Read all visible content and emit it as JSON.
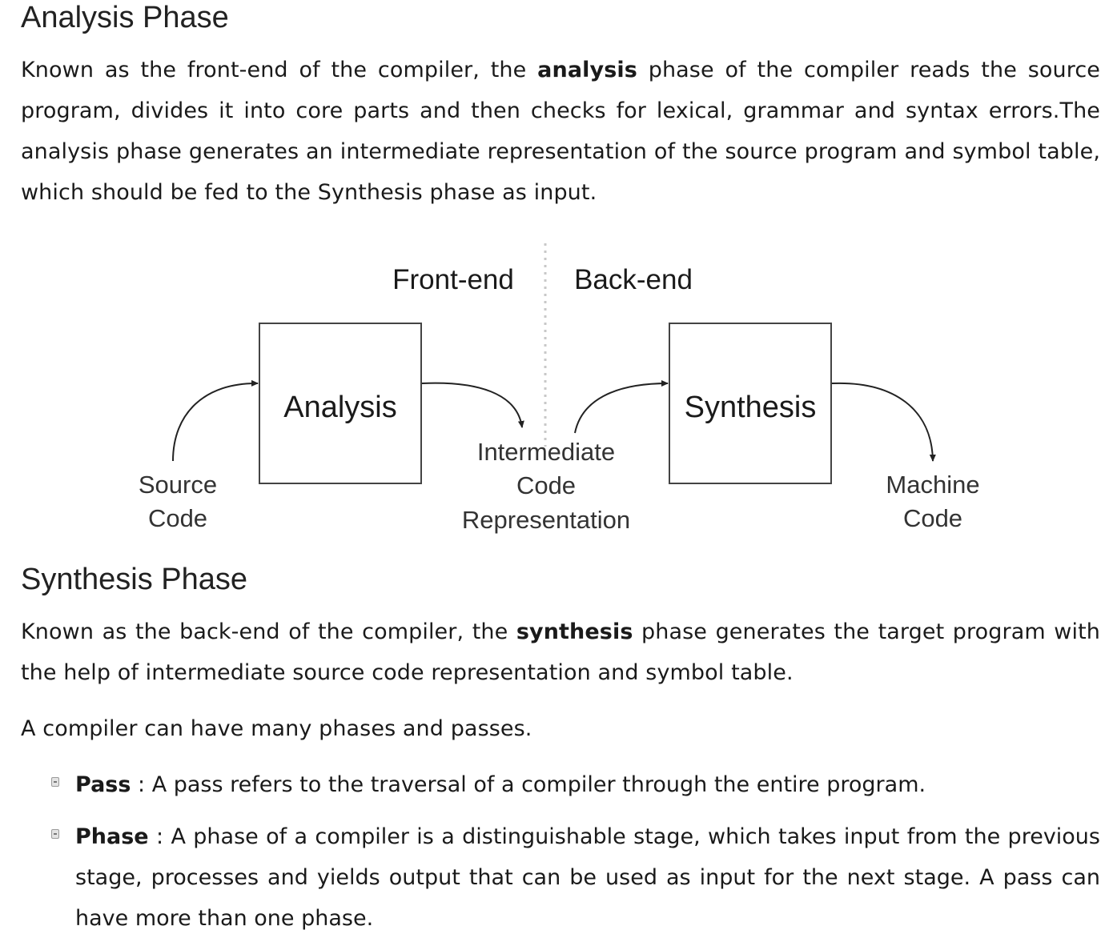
{
  "analysis_section": {
    "heading": "Analysis Phase",
    "p_before_bold": "Known as the front-end of the compiler, the ",
    "p_bold": "analysis",
    "p_after_bold": " phase of the compiler reads the source program, divides it into core parts and then checks for lexical, grammar and syntax errors.The analysis phase generates an intermediate representation of the source program and symbol table, which should be fed to the Synthesis phase as input."
  },
  "diagram": {
    "front_end_label": "Front-end",
    "back_end_label": "Back-end",
    "analysis_box_label": "Analysis",
    "synthesis_box_label": "Synthesis",
    "source_code_line1": "Source",
    "source_code_line2": "Code",
    "intermediate_line1": "Intermediate",
    "intermediate_line2": "Code",
    "intermediate_line3": "Representation",
    "machine_code_line1": "Machine",
    "machine_code_line2": "Code"
  },
  "synthesis_section": {
    "heading": "Synthesis Phase",
    "p_before_bold": "Known as the back-end of the compiler, the ",
    "p_bold": "synthesis",
    "p_after_bold": " phase generates the target program with the help of intermediate source code representation and symbol table."
  },
  "phases_passes_text": "A compiler can have many phases and passes.",
  "definitions": [
    {
      "term": "Pass",
      "text": " : A pass refers to the traversal of a compiler through the entire program."
    },
    {
      "term": "Phase",
      "text": " : A phase of a compiler is a distinguishable stage, which takes input from the previous stage, processes and yields output that can be used as input for the next stage. A pass can have more than one phase."
    }
  ]
}
